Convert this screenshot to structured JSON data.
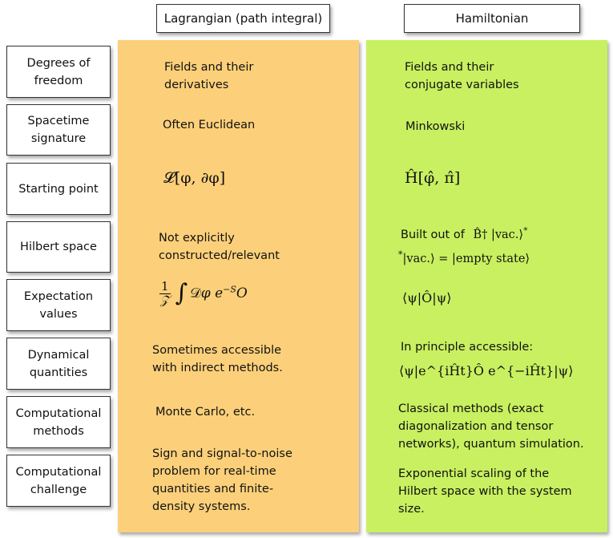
{
  "headers": {
    "lagrangian": "Lagrangian (path integral)",
    "hamiltonian": "Hamiltonian"
  },
  "rows": [
    {
      "label": "Degrees of freedom",
      "lagrangian": "Fields and their derivatives",
      "hamiltonian": "Fields and their conjugate variables"
    },
    {
      "label": "Spacetime signature",
      "lagrangian": "Often Euclidean",
      "hamiltonian": "Minkowski"
    },
    {
      "label": "Starting point",
      "lagrangian": "𝓛[φ, ∂φ]",
      "hamiltonian": "Ĥ[φ̂, π̂]"
    },
    {
      "label": "Hilbert space",
      "lagrangian": "Not explicitly constructed/relevant",
      "hamiltonian": "Built out of",
      "hamiltonian_note": "|vac.⟩ = |empty state⟩"
    },
    {
      "label": "Expectation values",
      "lagrangian": "1/𝒵 ∫ 𝒟φ e^{−S} O",
      "hamiltonian": "⟨ψ|Ô|ψ⟩"
    },
    {
      "label": "Dynamical quantities",
      "lagrangian": "Sometimes accessible with indirect methods.",
      "hamiltonian": "In principle accessible:"
    },
    {
      "label": "Computational methods",
      "lagrangian": "Monte Carlo, etc.",
      "hamiltonian": "Classical methods (exact diagonalization and tensor networks), quantum simulation."
    },
    {
      "label": "Computational challenge",
      "lagrangian": "Sign and signal-to-noise problem for real-time quantities and finite-density systems.",
      "hamiltonian": "Exponential scaling of the Hilbert space with the system size."
    }
  ],
  "math": {
    "hilbert_op": "B̂†",
    "vac": "|vac.⟩",
    "star": "*",
    "dyn_expr": "⟨ψ|e^{iĤt}Ô e^{−iĤt}|ψ⟩"
  }
}
